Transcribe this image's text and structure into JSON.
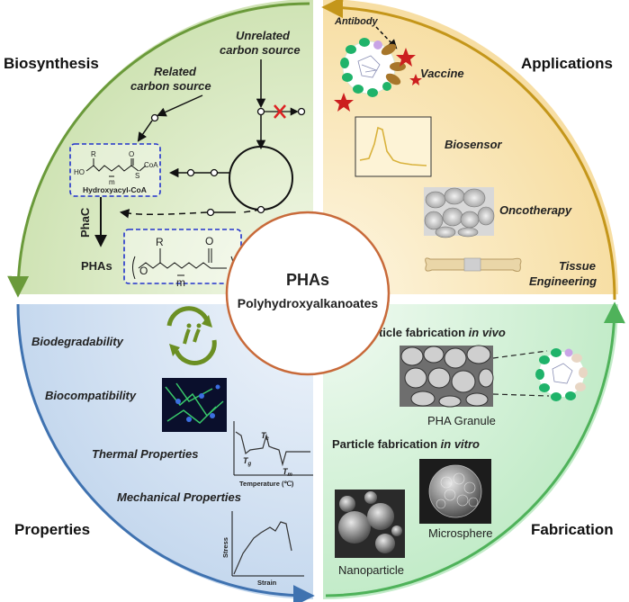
{
  "center": {
    "title": "PHAs",
    "subtitle": "Polyhydroxyalkanoates"
  },
  "quadrants": {
    "biosynthesis": {
      "title": "Biosynthesis",
      "unrelated_source_line1": "Unrelated",
      "unrelated_source_line2": "carbon source",
      "related_source_line1": "Related",
      "related_source_line2": "carbon source",
      "coa_label": "Hydroxyacyl-CoA",
      "enzyme": "PhaC",
      "product": "PHAs",
      "atom_r": "R",
      "atom_ho": "HO",
      "atom_o": "O",
      "atom_s": "S",
      "atom_coa": "CoA",
      "sub_m": "m",
      "sub_n": "n"
    },
    "applications": {
      "title": "Applications",
      "antibody": "Antibody",
      "vaccine": "Vaccine",
      "biosensor": "Biosensor",
      "oncotherapy": "Oncotherapy",
      "tissue_line1": "Tissue",
      "tissue_line2": "Engineering"
    },
    "properties": {
      "title": "Properties",
      "biodegradability": "Biodegradability",
      "biocompatibility": "Biocompatibility",
      "thermal": "Thermal Properties",
      "mechanical": "Mechanical Properties",
      "tg": "T",
      "tg_sub": "g",
      "tc": "T",
      "tc_sub": "c",
      "tm": "T",
      "tm_sub": "m",
      "temp_axis": "Temperature (℃)",
      "stress_axis": "Stress",
      "strain_axis": "Strain"
    },
    "fabrication": {
      "title": "Fabrication",
      "in_vivo_prefix": "Particle fabrication ",
      "in_vivo_suffix": "in vivo",
      "granule": "PHA Granule",
      "in_vitro_prefix": "Particle fabrication ",
      "in_vitro_suffix": "in vitro",
      "microsphere": "Microsphere",
      "nanoparticle": "Nanoparticle"
    }
  },
  "colors": {
    "biosynthesis": "#6a9a3a",
    "applications": "#c4961a",
    "properties": "#3f72b0",
    "fabrication": "#4fb25a",
    "center_ring": "#c86a3a",
    "dashed_box": "#2233cc",
    "red_x": "#dd2222"
  }
}
